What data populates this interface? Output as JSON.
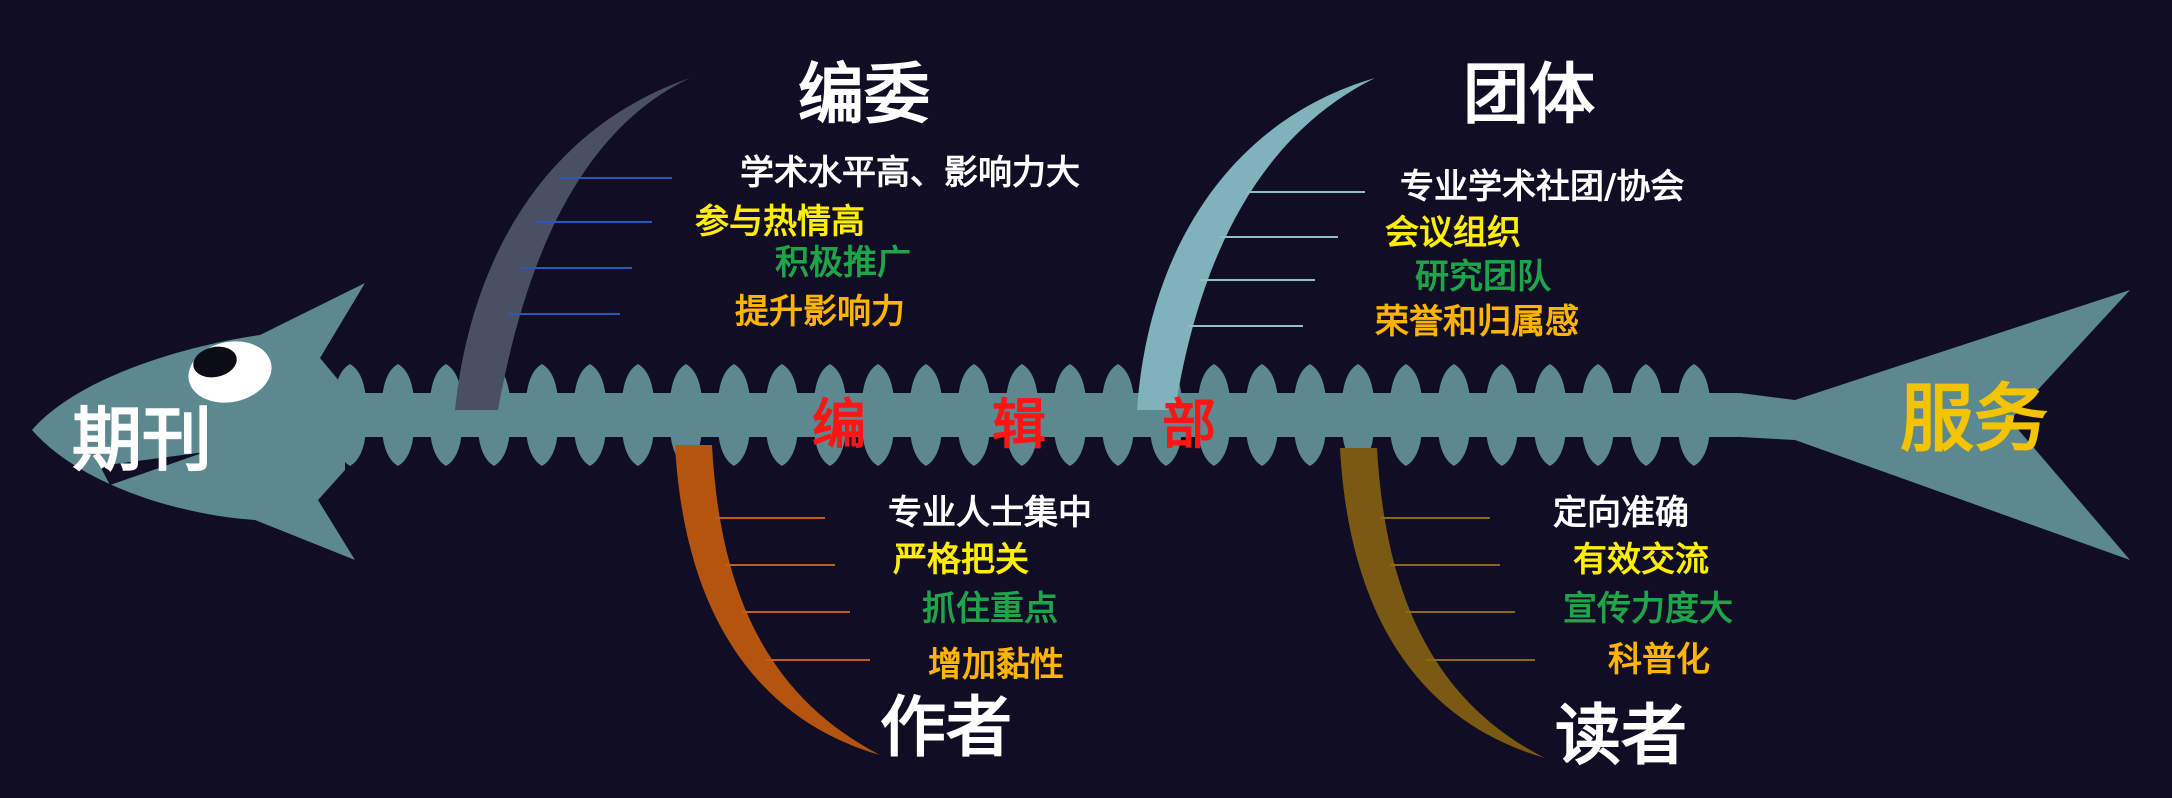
{
  "head": {
    "label": "期刊"
  },
  "tail": {
    "label": "服务"
  },
  "spine": {
    "chars": [
      "编",
      "辑",
      "部"
    ]
  },
  "branches": [
    {
      "title": "编委",
      "items": [
        "学术水平高、影响力大",
        "参与热情高",
        "积极推广",
        "提升影响力"
      ]
    },
    {
      "title": "团体",
      "items": [
        "专业学术社团/协会",
        "会议组织",
        "研究团队",
        "荣誉和归属感"
      ]
    },
    {
      "title": "作者",
      "items": [
        "专业人士集中",
        "严格把关",
        "抓住重点",
        "增加黏性"
      ]
    },
    {
      "title": "读者",
      "items": [
        "定向准确",
        "有效交流",
        "宣传力度大",
        "科普化"
      ]
    }
  ],
  "colors": {
    "background": "#100d24",
    "fish": "#5c8990",
    "text_white": "#ffffff",
    "text_yellow": "#ffee00",
    "text_green": "#1ea54a",
    "text_orange": "#ffb400",
    "spine_text": "#ff1414",
    "tail_text": "#f5c400",
    "bone_editorial": "#4a5064",
    "bone_group": "#7fb2ba",
    "bone_author": "#b4540e",
    "bone_reader": "#7a5a12"
  }
}
